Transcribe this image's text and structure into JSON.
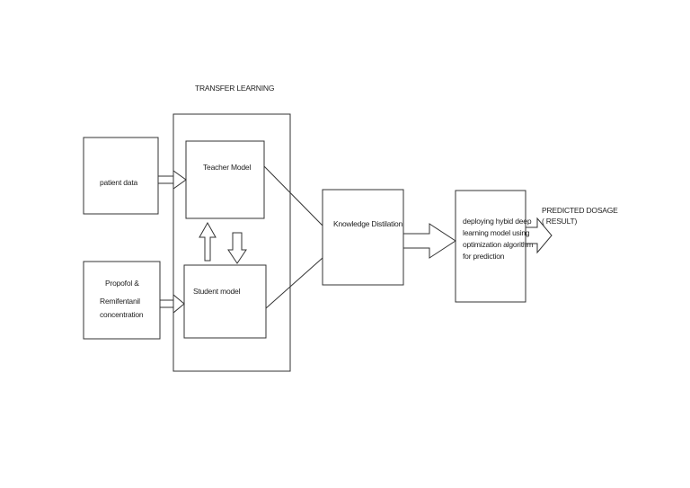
{
  "diagram": {
    "title": "TRANSFER LEARNING",
    "nodes": {
      "patient_data": "patient data",
      "drug_line1": "Propofol &",
      "drug_line2": "Remifentanil",
      "drug_line3": "concentration",
      "teacher": "Teacher Model",
      "student": "Student model",
      "distillation": "Knowledge Distilation",
      "deploy_line1": "deploying hybid deep",
      "deploy_line2": "learning model using",
      "deploy_line3": "optimization algorithm",
      "deploy_line4": "for prediction",
      "output_line1": "PREDICTED DOSAGE",
      "output_line2": "( RESULT)"
    },
    "colors": {
      "stroke": "#333333",
      "background": "#ffffff"
    }
  }
}
